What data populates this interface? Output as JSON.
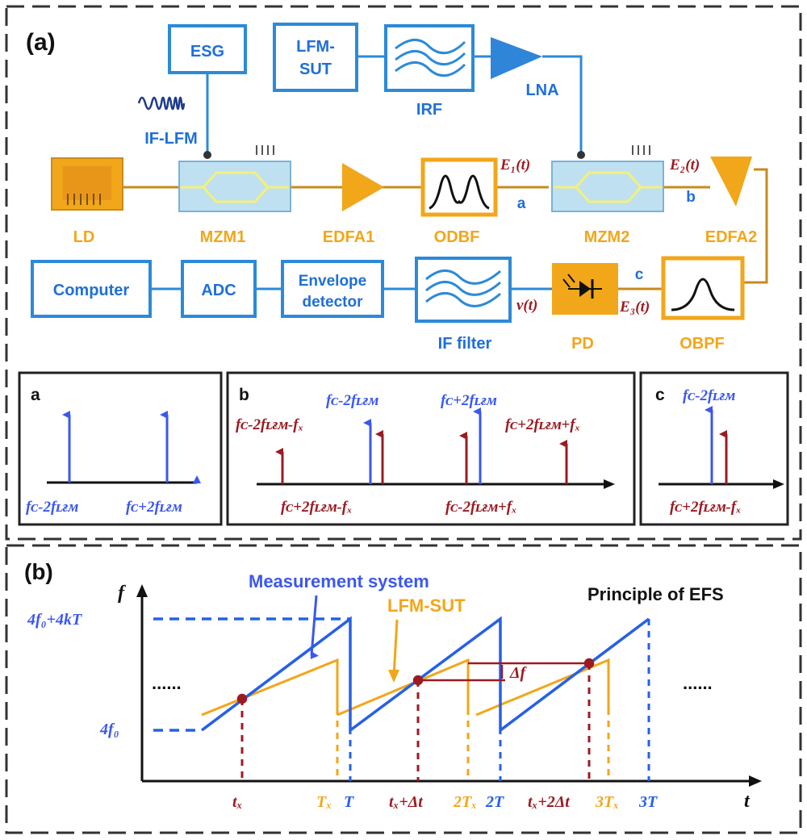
{
  "panel_a": {
    "tag": "(a)",
    "blocks": {
      "esg": "ESG",
      "lfm_sut_line1": "LFM-",
      "lfm_sut_line2": "SUT",
      "computer": "Computer",
      "adc": "ADC",
      "env_line1": "Envelope",
      "env_line2": "detector"
    },
    "labels": {
      "irf": "IRF",
      "lna": "LNA",
      "if_lfm": "IF-LFM",
      "ld": "LD",
      "mzm1": "MZM1",
      "edfa1": "EDFA1",
      "odbf": "ODBF",
      "mzm2": "MZM2",
      "edfa2": "EDFA2",
      "if_filter": "IF filter",
      "pd": "PD",
      "obpf": "OBPF"
    },
    "signals": {
      "e1": "E₁(t)",
      "e2": "E₂(t)",
      "e3": "E₃(t)",
      "vt": "v(t)",
      "a": "a",
      "b": "b",
      "c": "c"
    }
  },
  "spectra": {
    "a": {
      "tag": "a",
      "left": "fᴄ-2fʟғᴍ",
      "right": "fᴄ+2fʟғᴍ"
    },
    "b": {
      "tag": "b",
      "top_left": "fᴄ-2fʟғᴍ",
      "top_right": "fᴄ+2fʟғᴍ",
      "mid_left": "fᴄ-2fʟғᴍ-fₓ",
      "mid_right": "fᴄ+2fʟғᴍ+fₓ",
      "bot_left": "fᴄ+2fʟғᴍ-fₓ",
      "bot_right": "fᴄ-2fʟғᴍ+fₓ"
    },
    "c": {
      "tag": "c",
      "top": "fᴄ-2fʟғᴍ",
      "bottom": "fᴄ+2fʟғᴍ-fₓ"
    }
  },
  "panel_b": {
    "tag": "(b)",
    "title": "Principle of EFS",
    "measurement": "Measurement system",
    "lfm_sut": "LFM-SUT",
    "y_axis": "f",
    "x_axis": "t",
    "y_top": "4f₀+4kT",
    "y_bottom": "4f₀",
    "dots_left": "......",
    "dots_right": "......",
    "delta_f": "Δf",
    "ticks": {
      "tx": "tₓ",
      "Tx": "Tₓ",
      "T": "T",
      "tx_dt": "tₓ+Δt",
      "two_Tx": "2Tₓ",
      "two_T": "2T",
      "tx_2dt": "tₓ+2Δt",
      "three_Tx": "3Tₓ",
      "three_T": "3T"
    }
  },
  "colors": {
    "blue": "#1f6fd8",
    "orange": "#f2a61a",
    "darkred": "#9b1b22",
    "arrow_blue": "#3b57f0",
    "black": "#111111"
  }
}
